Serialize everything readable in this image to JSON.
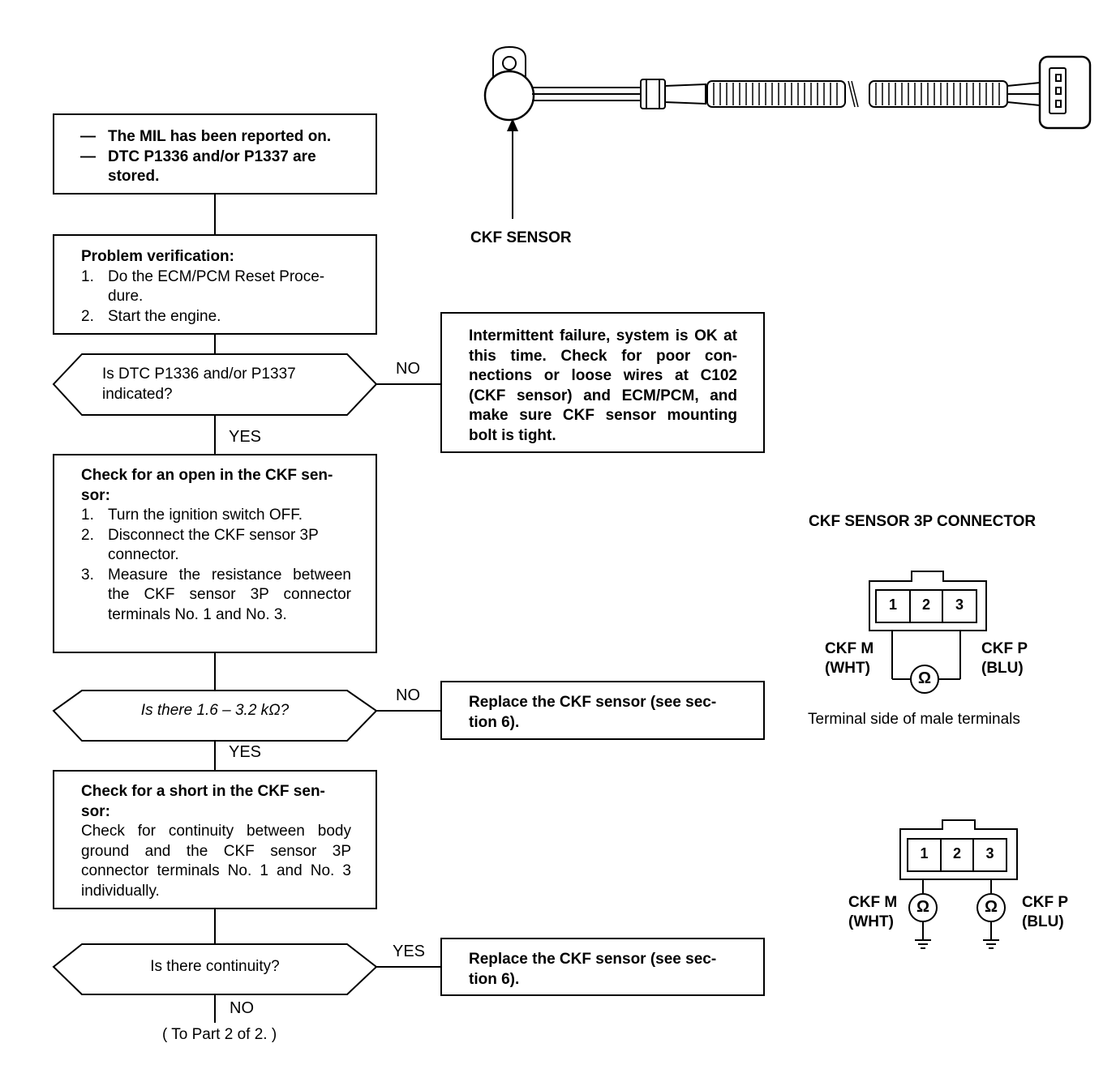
{
  "flow": {
    "start_box": {
      "lines": [
        "The MIL has been reported on.",
        "DTC P1336 and/or P1337 are",
        "stored."
      ],
      "dash": "—"
    },
    "verify_box": {
      "heading": "Problem verification:",
      "steps": [
        {
          "num": "1.",
          "text": "Do the ECM/PCM Reset Proce-dure."
        },
        {
          "num": "2.",
          "text": "Start the engine."
        }
      ]
    },
    "decision1": {
      "question": "Is DTC P1336 and/or P1337 indicated?",
      "no_label": "NO",
      "yes_label": "YES"
    },
    "intermittent_box": {
      "text": "Intermittent failure, system is OK at this time. Check for poor con-nections or loose wires at C102 (CKF sensor) and ECM/PCM, and make sure CKF sensor mounting bolt is tight."
    },
    "open_box": {
      "heading": "Check for an open in the CKF sen-sor:",
      "steps": [
        {
          "num": "1.",
          "text": "Turn the ignition switch OFF."
        },
        {
          "num": "2.",
          "text": "Disconnect the CKF sensor 3P connector."
        },
        {
          "num": "3.",
          "text": "Measure the resistance between the CKF sensor 3P connector terminals No. 1 and No. 3."
        }
      ]
    },
    "decision2": {
      "question": "Is there 1.6 – 3.2 kΩ?",
      "no_label": "NO",
      "yes_label": "YES"
    },
    "replace_box1": {
      "text": "Replace the CKF sensor (see sec-tion 6)."
    },
    "short_box": {
      "heading": "Check for a short in the CKF sen-sor:",
      "body": "Check for continuity between body ground and the CKF sensor 3P connector terminals No. 1 and No. 3 individually."
    },
    "decision3": {
      "question": "Is there continuity?",
      "yes_label": "YES",
      "no_label": "NO"
    },
    "replace_box2": {
      "text": "Replace the CKF sensor (see sec-tion 6)."
    },
    "continue_note": "( To Part 2 of 2. )"
  },
  "sensor_illustration": {
    "label": "CKF SENSOR"
  },
  "connector1": {
    "title": "CKF SENSOR 3P CONNECTOR",
    "pins": [
      "1",
      "2",
      "3"
    ],
    "left_wire": [
      "CKF M",
      "(WHT)"
    ],
    "right_wire": [
      "CKF P",
      "(BLU)"
    ],
    "meter_symbol": "Ω",
    "caption": "Terminal side of male terminals"
  },
  "connector2": {
    "pins": [
      "1",
      "2",
      "3"
    ],
    "left_wire": [
      "CKF M",
      "(WHT)"
    ],
    "right_wire": [
      "CKF P",
      "(BLU)"
    ],
    "meter_symbol": "Ω"
  }
}
